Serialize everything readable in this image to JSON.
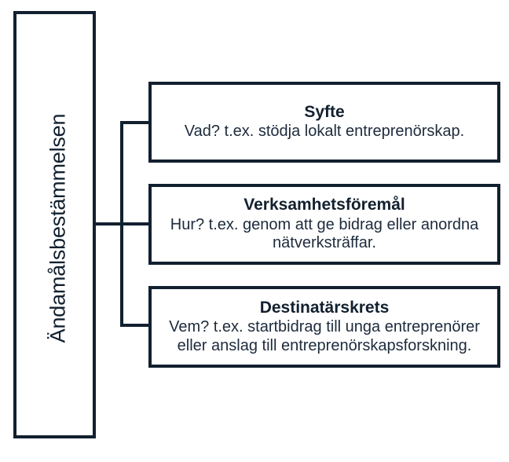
{
  "diagram": {
    "root": {
      "label": "Ändamålsbestämmelsen",
      "orientation": "vertical-rotated"
    },
    "nodes": [
      {
        "title": "Syfte",
        "body": "Vad? t.ex. stödja lokalt entreprenörskap."
      },
      {
        "title": "Verksamhetsföremål",
        "body": "Hur? t.ex. genom att ge bidrag eller anordna nätverksträffar."
      },
      {
        "title": "Destinatärskrets",
        "body": "Vem? t.ex. startbidrag till unga entreprenörer eller anslag till entreprenörskapsforskning."
      }
    ],
    "colors": {
      "stroke": "#12202f",
      "text": "#12202f",
      "body_text": "#1d2b3c",
      "background": "#ffffff"
    }
  }
}
